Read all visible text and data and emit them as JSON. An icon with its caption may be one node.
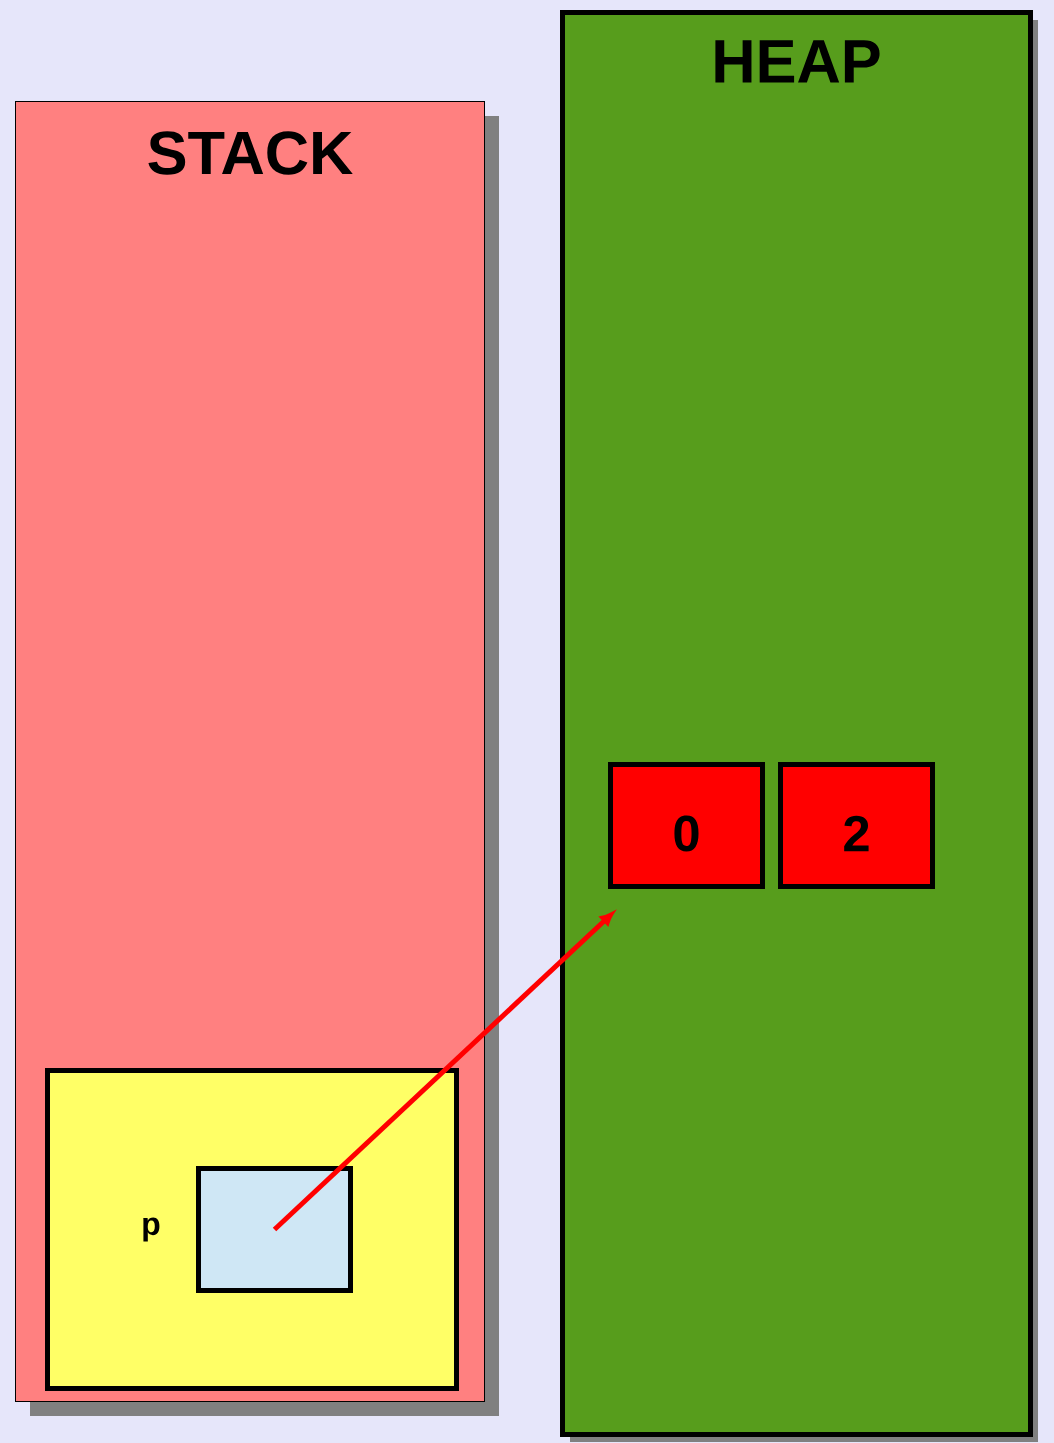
{
  "diagram": {
    "nodes": [
      {
        "text": [
          "STACK"
        ]
      },
      {
        "text": [
          "HEAP"
        ]
      },
      {
        "text": [],
        "shape": "box",
        "in": 0
      },
      {
        "text": [],
        "shape": "box",
        "in": 2,
        "beside": [
          "p"
        ]
      },
      {
        "text": [
          "0"
        ],
        "in": 1
      },
      {
        "text": [
          "2"
        ],
        "in": 1
      }
    ],
    "edges": [
      {
        "from": 3,
        "to": 4,
        "arrow": "to",
        "color": "#ff0000"
      }
    ]
  }
}
